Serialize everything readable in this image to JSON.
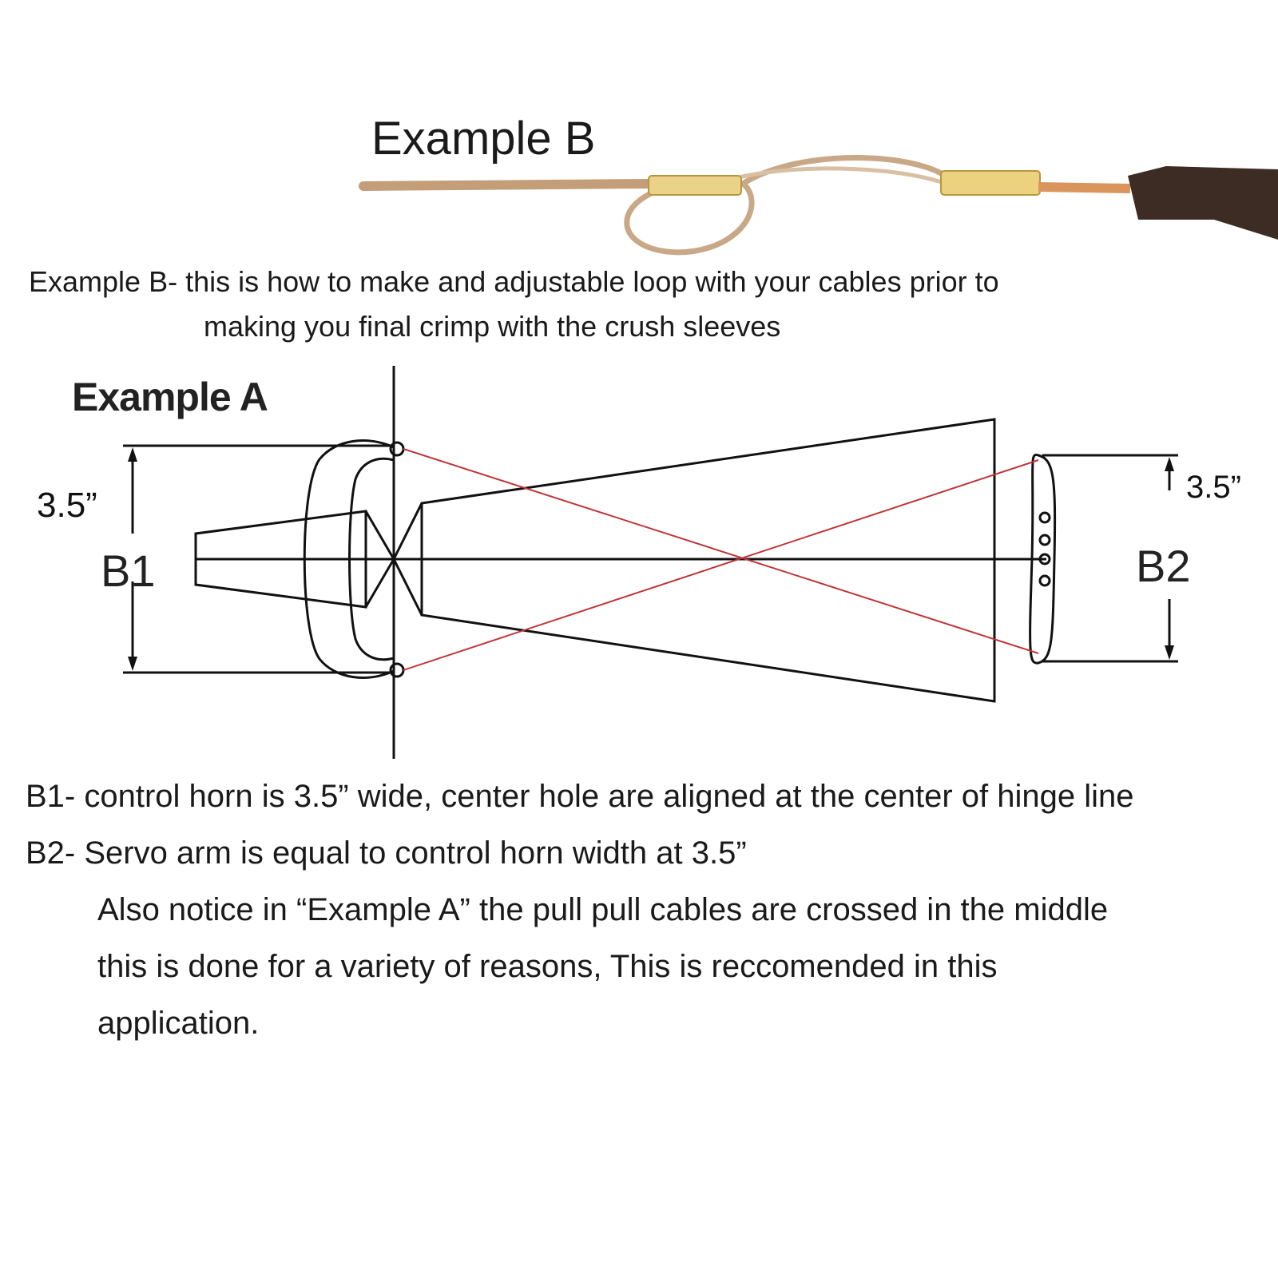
{
  "example_b": {
    "title": "Example B",
    "caption_line1": "Example B- this is how to make and adjustable loop with your cables prior to",
    "caption_line2": "making you final crimp with the crush sleeves"
  },
  "example_a": {
    "title": "Example A",
    "dim_left": "3.5”",
    "dim_right": "3.5”",
    "label_b1": "B1",
    "label_b2": "B2"
  },
  "notes": {
    "b1": "B1- control horn is 3.5” wide, center hole are aligned at the center of hinge line",
    "b2": "B2- Servo arm is equal to control horn width at 3.5”",
    "line3": "Also notice in “Example A” the pull pull cables are crossed in the middle",
    "line4": "this is done for a variety of reasons, This is reccomended in this",
    "line5": "application."
  },
  "colors": {
    "cable": "#c9a07a",
    "sleeve": "#e8cf7e",
    "pushrod_cables": "#c0353a",
    "line": "#111111"
  }
}
